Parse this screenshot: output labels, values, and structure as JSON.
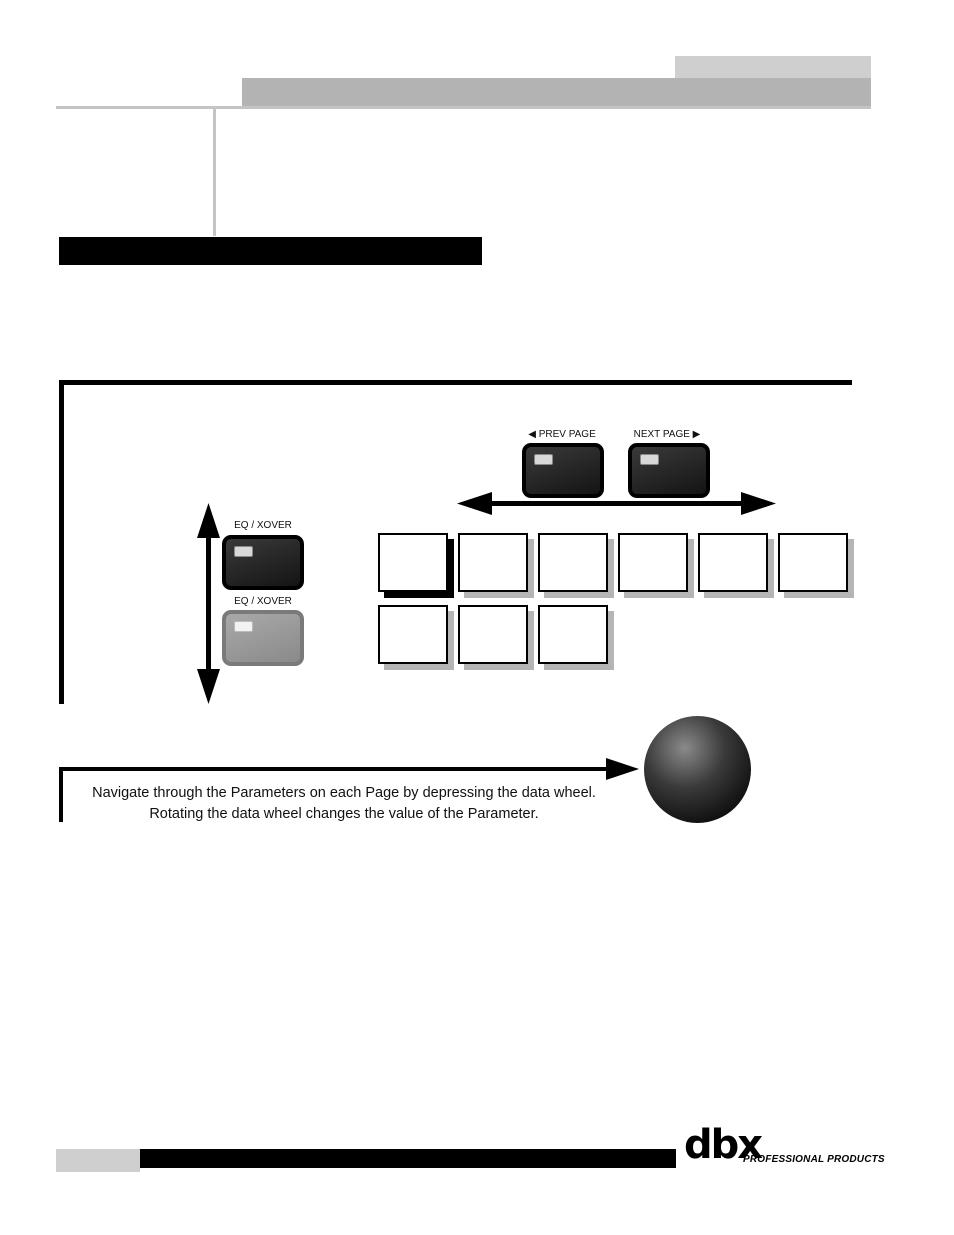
{
  "buttons": {
    "prev_page": "◀ PREV PAGE",
    "next_page": "NEXT PAGE ▶",
    "eq_xover_active": "EQ / XOVER",
    "eq_xover_inactive": "EQ / XOVER"
  },
  "pages": {
    "row1_count": 6,
    "row2_count": 3,
    "selected_index": 0
  },
  "note": {
    "line1": "Navigate through the Parameters on each Page by depressing the data wheel.",
    "line2": "Rotating the data wheel changes the value of the Parameter."
  },
  "footer": {
    "logo": "dbx",
    "tagline": "PROFESSIONAL PRODUCTS"
  }
}
